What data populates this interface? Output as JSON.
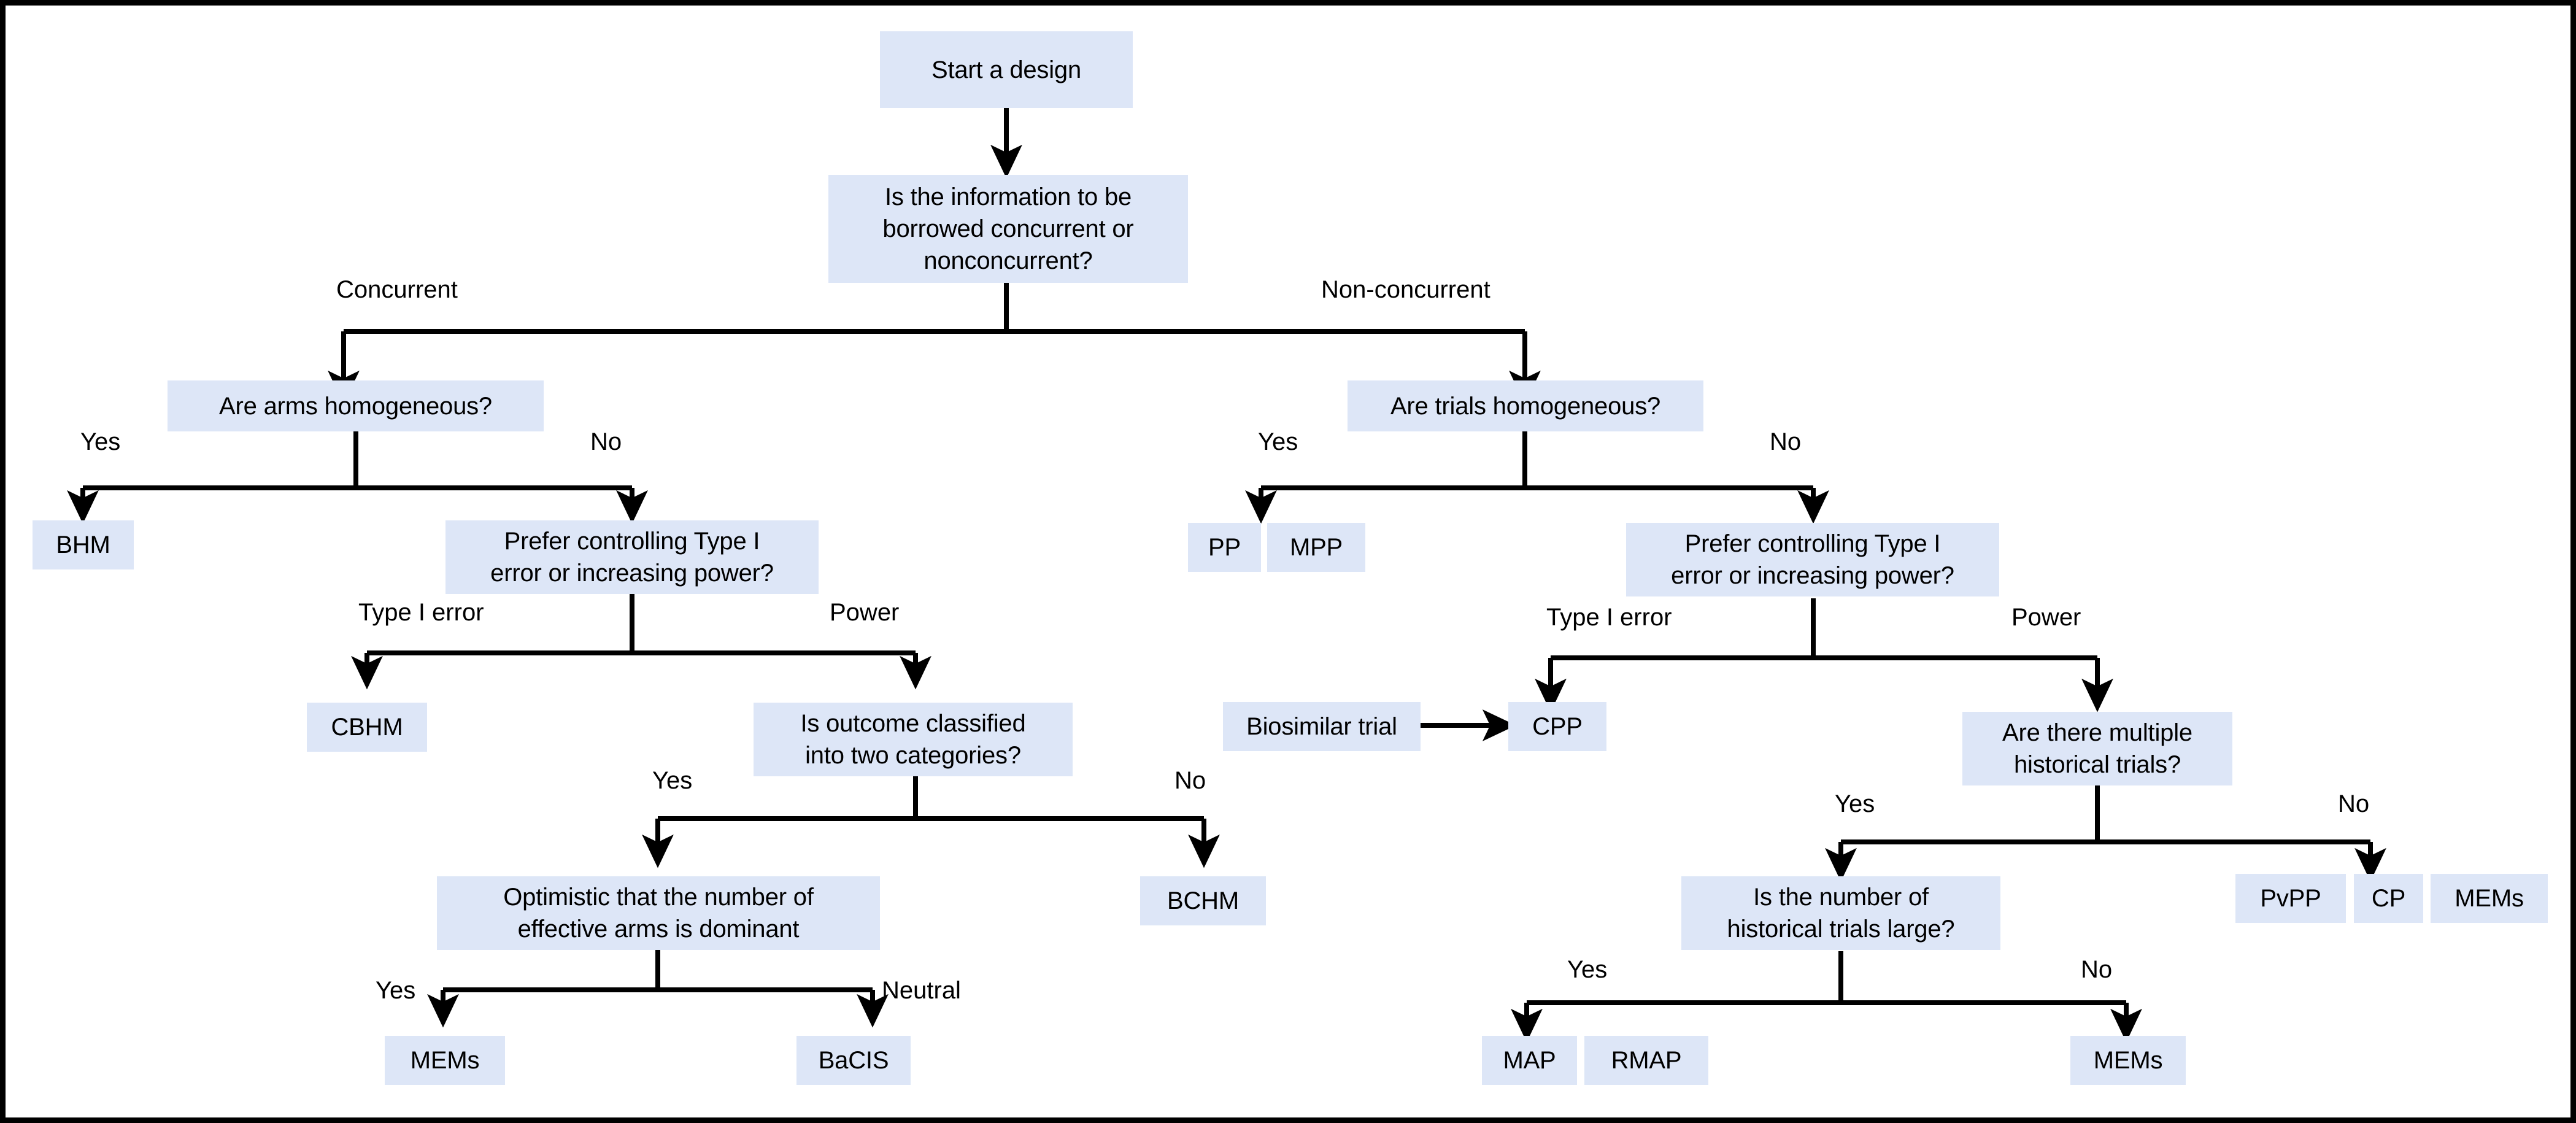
{
  "diagram": {
    "title": "Decision flowchart for selecting Bayesian information borrowing designs",
    "style": {
      "node_fill": "#dde6f7",
      "line_color": "#000000",
      "text_color": "#000000",
      "background": "#ffffff",
      "border_color": "#000000"
    },
    "nodes": [
      {
        "id": "start",
        "label": "Start a design"
      },
      {
        "id": "q_info",
        "label": "Is the information to be\nborrowed concurrent or\nnonconcurrent?"
      },
      {
        "id": "q_arms_homog",
        "label": "Are arms homogeneous?"
      },
      {
        "id": "bhm",
        "label": "BHM"
      },
      {
        "id": "q_prefer_left",
        "label": "Prefer controlling Type I\nerror or increasing power?"
      },
      {
        "id": "cbhm",
        "label": "CBHM"
      },
      {
        "id": "q_outcome_two",
        "label": "Is outcome classified\ninto two categories?"
      },
      {
        "id": "bchm",
        "label": "BCHM"
      },
      {
        "id": "q_optimistic",
        "label": "Optimistic that the number of\neffective arms is dominant"
      },
      {
        "id": "mems_left",
        "label": "MEMs"
      },
      {
        "id": "bacis",
        "label": "BaCIS"
      },
      {
        "id": "q_trials_homog",
        "label": "Are trials homogeneous?"
      },
      {
        "id": "pp",
        "label": "PP"
      },
      {
        "id": "mpp",
        "label": "MPP"
      },
      {
        "id": "q_prefer_right",
        "label": "Prefer controlling Type I\nerror or increasing power?"
      },
      {
        "id": "biosimilar",
        "label": "Biosimilar trial"
      },
      {
        "id": "cpp",
        "label": "CPP"
      },
      {
        "id": "q_multi_hist",
        "label": "Are there multiple\nhistorical trials?"
      },
      {
        "id": "pvpp",
        "label": "PvPP"
      },
      {
        "id": "cp",
        "label": "CP"
      },
      {
        "id": "mems_right_top",
        "label": "MEMs"
      },
      {
        "id": "q_hist_large",
        "label": "Is the number of\nhistorical trials large?"
      },
      {
        "id": "map",
        "label": "MAP"
      },
      {
        "id": "rmap",
        "label": "RMAP"
      },
      {
        "id": "mems_right_bot",
        "label": "MEMs"
      }
    ],
    "edge_labels": [
      {
        "id": "lbl_concurrent",
        "text": "Concurrent"
      },
      {
        "id": "lbl_nonconcurrent",
        "text": "Non-concurrent"
      },
      {
        "id": "lbl_arms_yes",
        "text": "Yes"
      },
      {
        "id": "lbl_arms_no",
        "text": "No"
      },
      {
        "id": "lbl_left_type1",
        "text": "Type I error"
      },
      {
        "id": "lbl_left_power",
        "text": "Power"
      },
      {
        "id": "lbl_outcome_yes",
        "text": "Yes"
      },
      {
        "id": "lbl_outcome_no",
        "text": "No"
      },
      {
        "id": "lbl_optimistic_yes",
        "text": "Yes"
      },
      {
        "id": "lbl_optimistic_neu",
        "text": "Neutral"
      },
      {
        "id": "lbl_trials_yes",
        "text": "Yes"
      },
      {
        "id": "lbl_trials_no",
        "text": "No"
      },
      {
        "id": "lbl_right_type1",
        "text": "Type I error"
      },
      {
        "id": "lbl_right_power",
        "text": "Power"
      },
      {
        "id": "lbl_multi_yes",
        "text": "Yes"
      },
      {
        "id": "lbl_multi_no",
        "text": "No"
      },
      {
        "id": "lbl_large_yes",
        "text": "Yes"
      },
      {
        "id": "lbl_large_no",
        "text": "No"
      }
    ],
    "connections": [
      {
        "from": "start",
        "to": "q_info",
        "label": ""
      },
      {
        "from": "q_info",
        "to": "q_arms_homog",
        "label": "Concurrent"
      },
      {
        "from": "q_info",
        "to": "q_trials_homog",
        "label": "Non-concurrent"
      },
      {
        "from": "q_arms_homog",
        "to": "bhm",
        "label": "Yes"
      },
      {
        "from": "q_arms_homog",
        "to": "q_prefer_left",
        "label": "No"
      },
      {
        "from": "q_prefer_left",
        "to": "cbhm",
        "label": "Type I error"
      },
      {
        "from": "q_prefer_left",
        "to": "q_outcome_two",
        "label": "Power"
      },
      {
        "from": "q_outcome_two",
        "to": "q_optimistic",
        "label": "Yes"
      },
      {
        "from": "q_outcome_two",
        "to": "bchm",
        "label": "No"
      },
      {
        "from": "q_optimistic",
        "to": "mems_left",
        "label": "Yes"
      },
      {
        "from": "q_optimistic",
        "to": "bacis",
        "label": "Neutral"
      },
      {
        "from": "q_trials_homog",
        "to": "pp",
        "label": "Yes"
      },
      {
        "from": "q_trials_homog",
        "to": "q_prefer_right",
        "label": "No"
      },
      {
        "from": "q_prefer_right",
        "to": "cpp",
        "label": "Type I error"
      },
      {
        "from": "q_prefer_right",
        "to": "q_multi_hist",
        "label": "Power"
      },
      {
        "from": "biosimilar",
        "to": "cpp",
        "label": ""
      },
      {
        "from": "q_multi_hist",
        "to": "q_hist_large",
        "label": "Yes"
      },
      {
        "from": "q_multi_hist",
        "to": "cp",
        "label": "No"
      },
      {
        "from": "q_hist_large",
        "to": "map",
        "label": "Yes"
      },
      {
        "from": "q_hist_large",
        "to": "mems_right_bot",
        "label": "No"
      }
    ]
  }
}
